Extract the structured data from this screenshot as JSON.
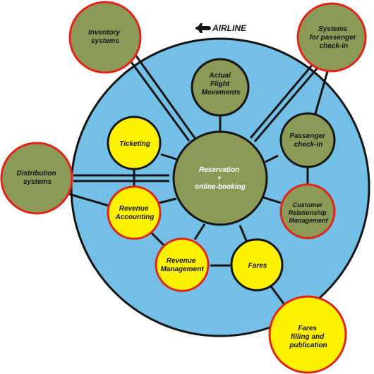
{
  "brand": {
    "icon": "airplane-icon",
    "label": "AIRLINE"
  },
  "colors": {
    "background": "#ffffff",
    "outer_circle": "#74bfe6",
    "outline": "#141414",
    "green_node": "#8c9a58",
    "yellow_node": "#fff200",
    "red_border": "#e2231a",
    "connector": "#141414"
  },
  "nodes": {
    "inventory": {
      "lines": [
        "Inventory",
        "systems"
      ]
    },
    "passenger_checkin_systems": {
      "lines": [
        "Systems",
        "for passenger",
        "check-in"
      ]
    },
    "actual_flight": {
      "lines": [
        "Actual",
        "Flight",
        "Movements"
      ]
    },
    "ticketing": {
      "lines": [
        "Ticketing"
      ]
    },
    "reservation": {
      "lines": [
        "Reservation",
        "+",
        "online-booking"
      ]
    },
    "passenger_checkin": {
      "lines": [
        "Passenger",
        "check-in"
      ]
    },
    "distribution": {
      "lines": [
        "Distribution",
        "systems"
      ]
    },
    "revenue_accounting": {
      "lines": [
        "Revenue",
        "Accounting"
      ]
    },
    "crm": {
      "lines": [
        "Customer",
        "Relationship",
        "Management"
      ]
    },
    "revenue_management": {
      "lines": [
        "Revenue",
        "Management"
      ]
    },
    "fares": {
      "lines": [
        "Fares"
      ]
    },
    "fares_filing": {
      "lines": [
        "Fares",
        "filling and",
        "publication"
      ]
    }
  }
}
